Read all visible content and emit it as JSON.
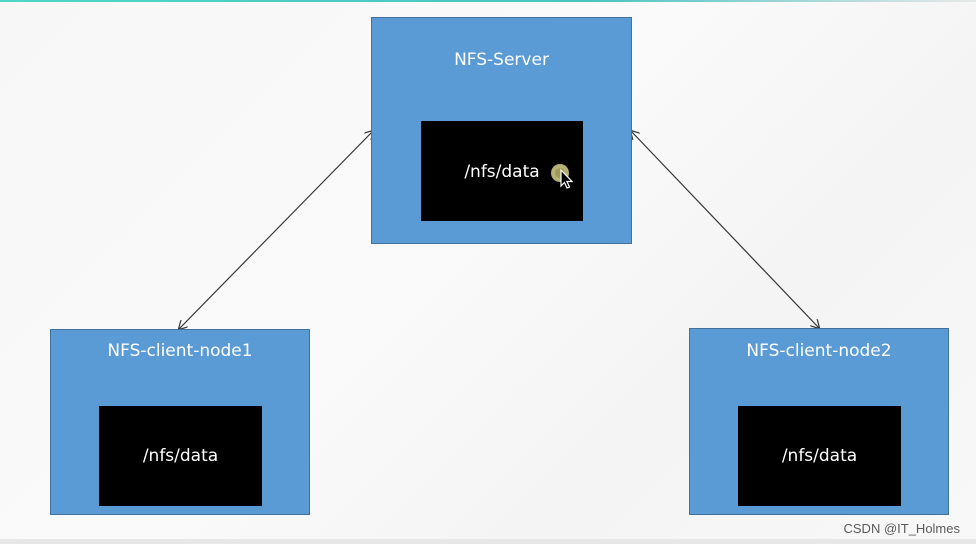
{
  "server": {
    "title": "NFS-Server",
    "dir": "/nfs/data"
  },
  "client1": {
    "title": "NFS-client-node1",
    "dir": "/nfs/data"
  },
  "client2": {
    "title": "NFS-client-node2",
    "dir": "/nfs/data"
  },
  "watermark": "CSDN @IT_Holmes",
  "colors": {
    "node_fill": "#5b9bd5",
    "node_border": "#41719c",
    "dir_fill": "#000000",
    "text": "#ffffff"
  },
  "icons": {
    "cursor": "mouse-pointer-icon"
  }
}
